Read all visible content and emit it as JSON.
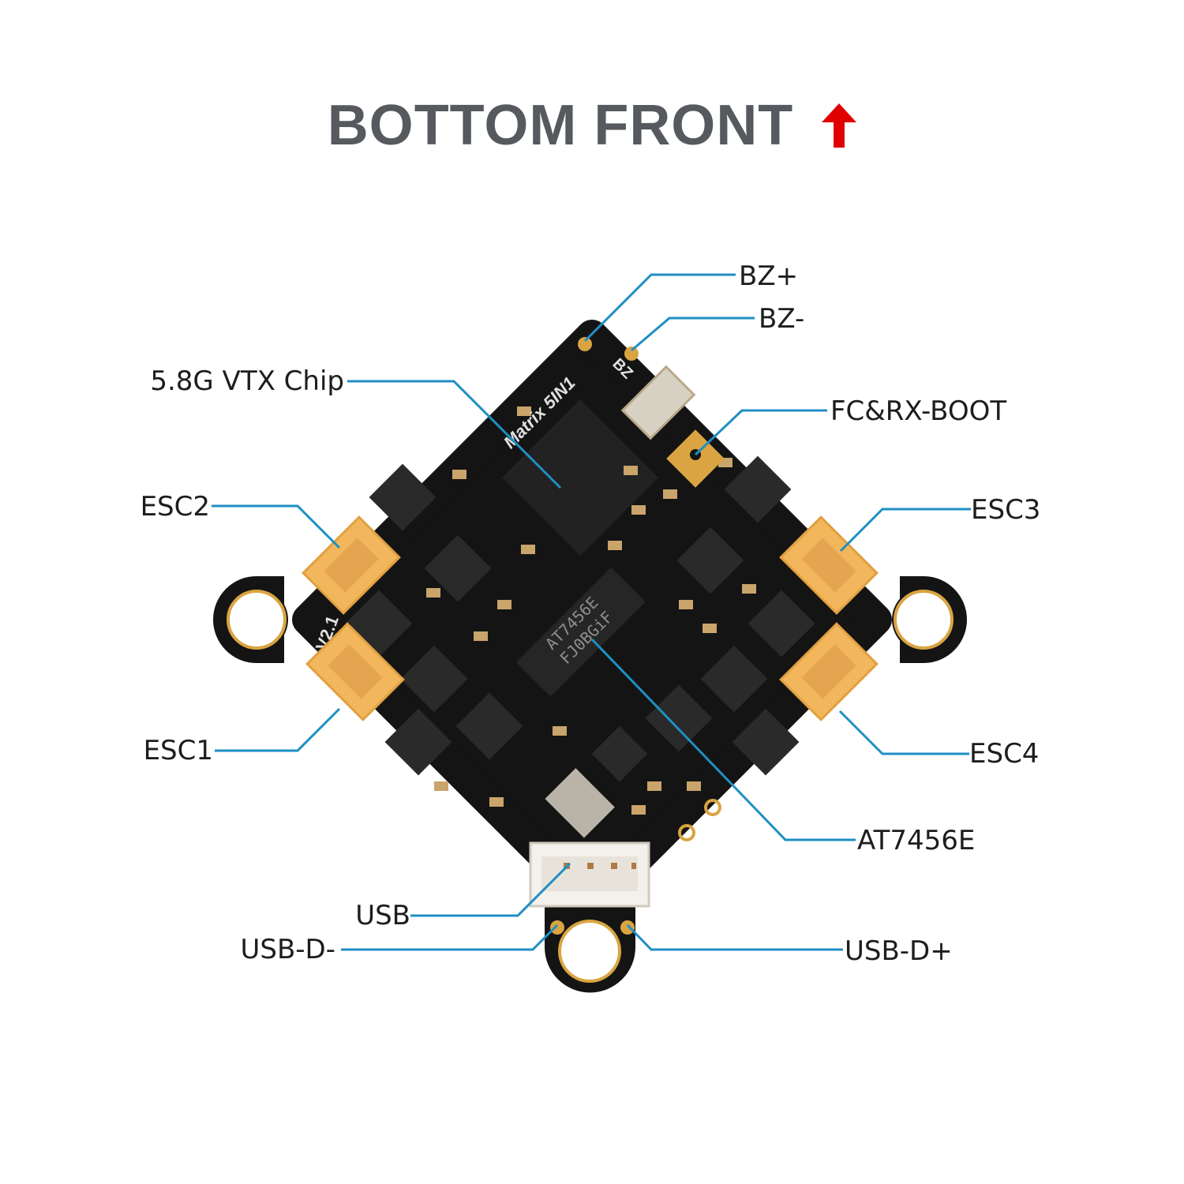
{
  "title": "BOTTOM FRONT",
  "colors": {
    "title": "#56595d",
    "arrow": "#e00000",
    "leader": "#1f8fc4",
    "pcb": "#141414",
    "connector": "#f2b75c",
    "pad": "#d9a441"
  },
  "board_markings": {
    "brand": "Matrix 5IN1",
    "version": "V2.1",
    "buzzer": "BZ",
    "osd_chip": "AT7456E",
    "osd_chip_code": "FJ0BGiF"
  },
  "labels": {
    "bz_plus": "BZ+",
    "bz_minus": "BZ-",
    "vtx_chip": "5.8G VTX Chip",
    "fc_rx_boot": "FC&RX-BOOT",
    "esc2": "ESC2",
    "esc3": "ESC3",
    "esc1": "ESC1",
    "esc4": "ESC4",
    "at7456e": "AT7456E",
    "usb": "USB",
    "usb_d_minus": "USB-D-",
    "usb_d_plus": "USB-D+"
  }
}
